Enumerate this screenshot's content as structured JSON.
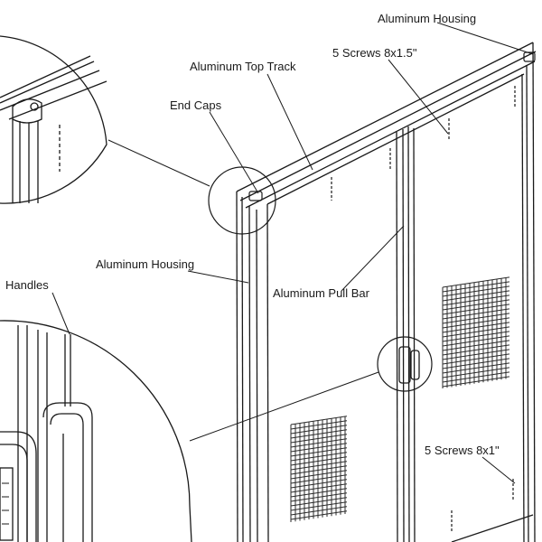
{
  "labels": {
    "aluminum_housing_top": "Aluminum Housing",
    "aluminum_top_track": "Aluminum Top Track",
    "screws_top": "5 Screws 8x1.5\"",
    "end_caps": "End Caps",
    "aluminum_housing_side": "Aluminum Housing",
    "aluminum_pull_bar": "Aluminum Pull Bar",
    "handles": "Handles",
    "screws_bottom": "5 Screws 8x1\""
  },
  "colors": {
    "line": "#1a1a1a",
    "mesh": "#2a2a2a"
  }
}
